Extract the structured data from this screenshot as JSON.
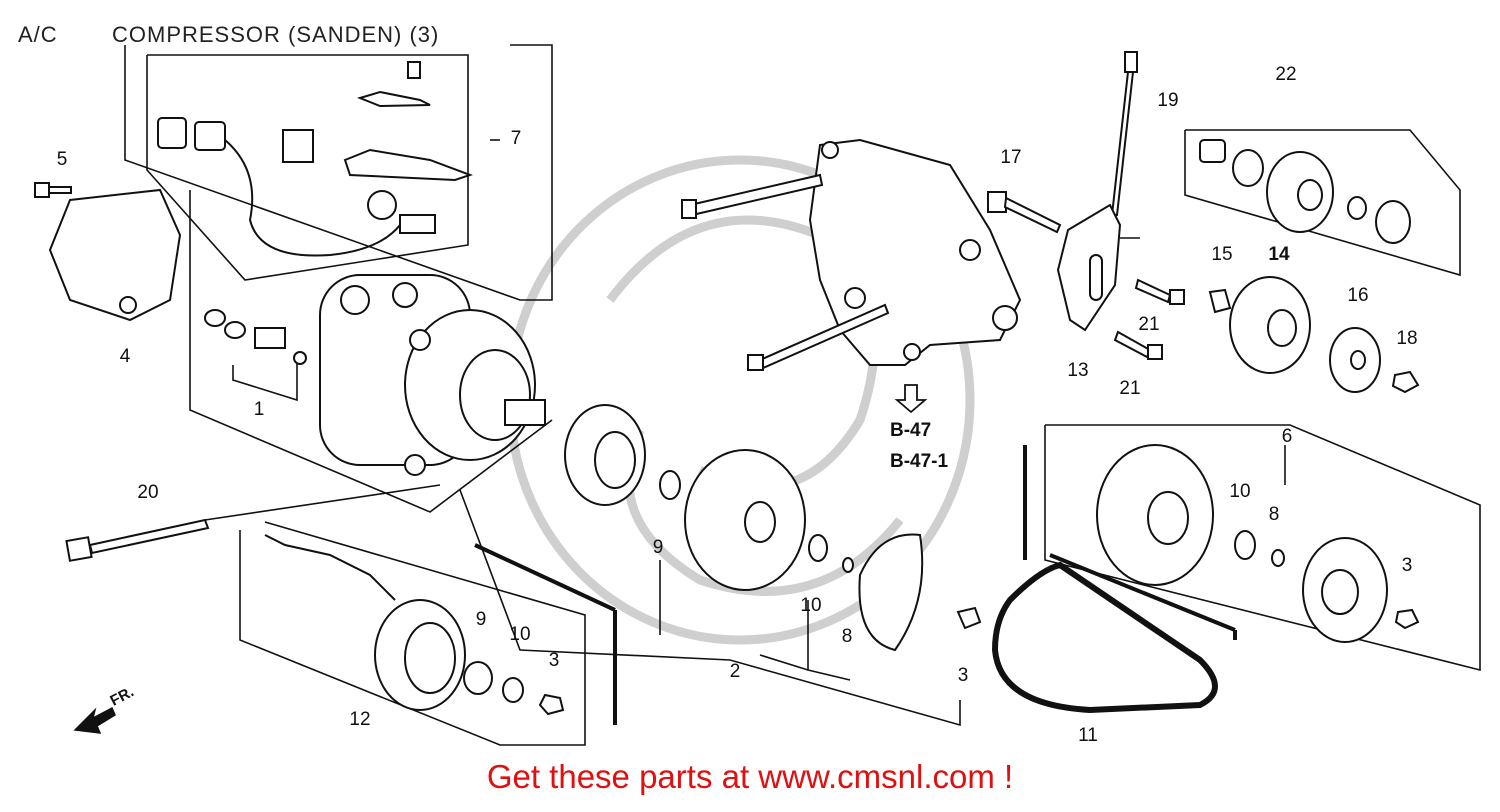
{
  "header": {
    "section": "A/C",
    "title": "COMPRESSOR (SANDEN) (3)"
  },
  "callouts": {
    "p1": "1",
    "p2": "2",
    "p3a": "3",
    "p3b": "3",
    "p3c": "3",
    "p4": "4",
    "p5": "5",
    "p6": "6",
    "p7": "7",
    "p8a": "8",
    "p8b": "8",
    "p9a": "9",
    "p9b": "9",
    "p10a": "10",
    "p10b": "10",
    "p10c": "10",
    "p11": "11",
    "p12": "12",
    "p13": "13",
    "p14": "14",
    "p15": "15",
    "p16": "16",
    "p17": "17",
    "p18": "18",
    "p19": "19",
    "p20": "20",
    "p21a": "21",
    "p21b": "21",
    "p22": "22"
  },
  "references": {
    "ref1": "B-47",
    "ref2": "B-47-1"
  },
  "direction_marker": "FR.",
  "promo": "Get these parts at www.cmsnl.com !",
  "colors": {
    "line": "#111111",
    "promo": "#e01010",
    "watermark": "#c8c8c8"
  }
}
